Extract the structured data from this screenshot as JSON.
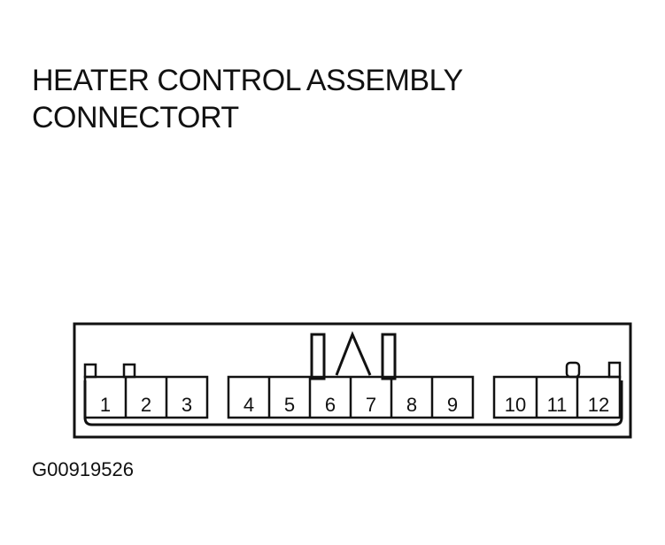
{
  "title": {
    "line1": "HEATER CONTROL ASSEMBLY",
    "line2": "CONNECTORT"
  },
  "connector": {
    "pins": [
      "1",
      "2",
      "3",
      "4",
      "5",
      "6",
      "7",
      "8",
      "9",
      "10",
      "11",
      "12"
    ]
  },
  "figure_id": "G00919526"
}
